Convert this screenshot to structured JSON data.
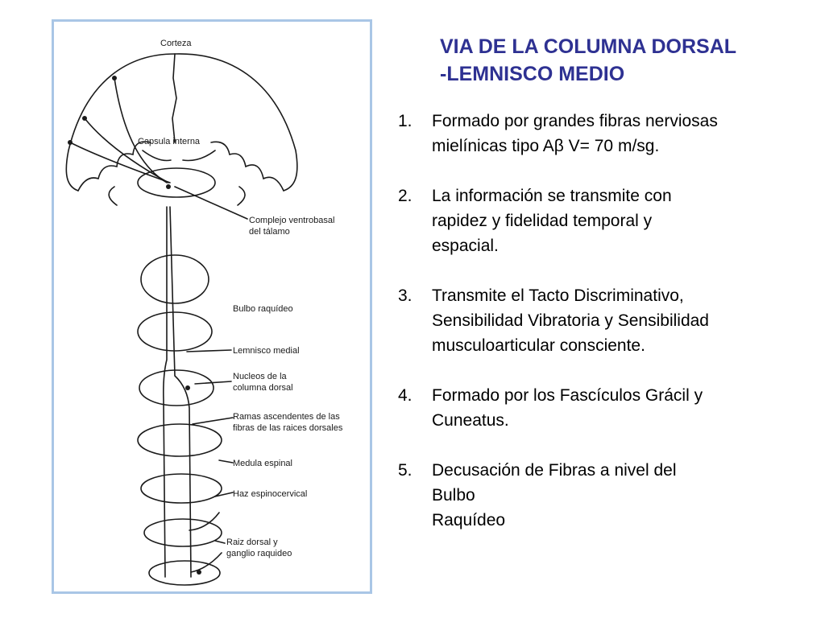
{
  "title": {
    "line1": "VIA DE LA COLUMNA DORSAL",
    "line2": "-LEMNISCO MEDIO"
  },
  "items": [
    {
      "num": "1.",
      "text": "Formado por grandes fibras nerviosas\n mielínicas tipo Aβ  V= 70 m/sg."
    },
    {
      "num": "2.",
      "text": "La información se transmite con\nrapidez y  fidelidad temporal  y\n espacial."
    },
    {
      "num": "3.",
      "text": "Transmite el Tacto Discriminativo,\n Sensibilidad Vibratoria y Sensibilidad\n musculoarticular consciente."
    },
    {
      "num": "4.",
      "text": "Formado por los Fascículos Grácil y\n Cuneatus."
    },
    {
      "num": "5.",
      "text": "Decusación de Fibras a nivel del\nBulbo\n Raquídeo"
    }
  ],
  "diagram_labels": {
    "corteza": "Corteza",
    "capsula": "Capsula interna",
    "complejo_1": "Complejo ventrobasal",
    "complejo_2": "del tálamo",
    "bulbo": "Bulbo raquídeo",
    "lemnisco": "Lemnisco medial",
    "nucleos_1": "Nucleos de la",
    "nucleos_2": "columna dorsal",
    "ramas_1": "Ramas ascendentes de las",
    "ramas_2": "fibras de las raices dorsales",
    "medula": "Medula espinal",
    "haz": "Haz espinocervical",
    "raiz_1": "Raiz dorsal y",
    "raiz_2": "ganglio raquideo"
  },
  "colors": {
    "title": "#2e3192",
    "frame_border": "#a9c6e6",
    "ink": "#1a1a1a"
  }
}
